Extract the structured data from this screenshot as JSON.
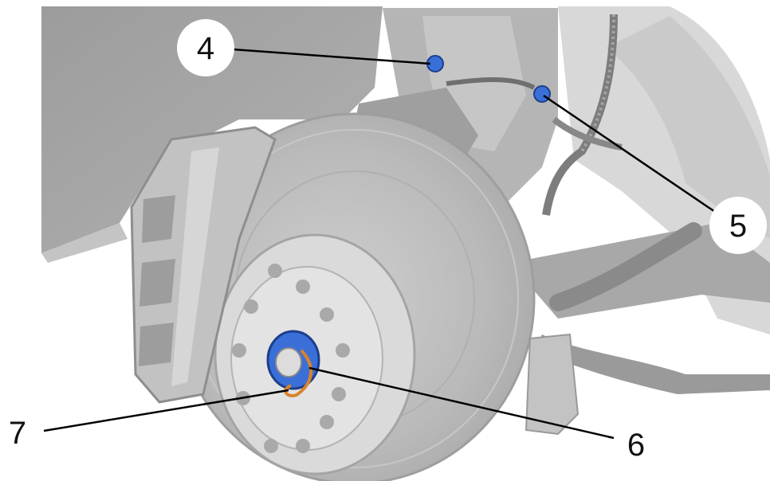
{
  "callouts": [
    {
      "id": "4",
      "label": "4"
    },
    {
      "id": "5",
      "label": "5"
    },
    {
      "id": "6",
      "label": "6"
    },
    {
      "id": "7",
      "label": "7"
    }
  ],
  "colors": {
    "background": "#ffffff",
    "wheel_well": "#a3a3a3",
    "metal_light": "#d4d4d4",
    "metal_mid": "#bdbdbd",
    "metal_dark": "#8e8e8e",
    "highlight_nut": "#3a6fd8",
    "highlight_clip": "#d9822b",
    "leader_line": "#000000"
  },
  "icons": [
    "brake-caliper-icon",
    "brake-disc-icon",
    "hub-nut-icon",
    "retaining-clip-icon",
    "suspension-bolt-icon"
  ]
}
